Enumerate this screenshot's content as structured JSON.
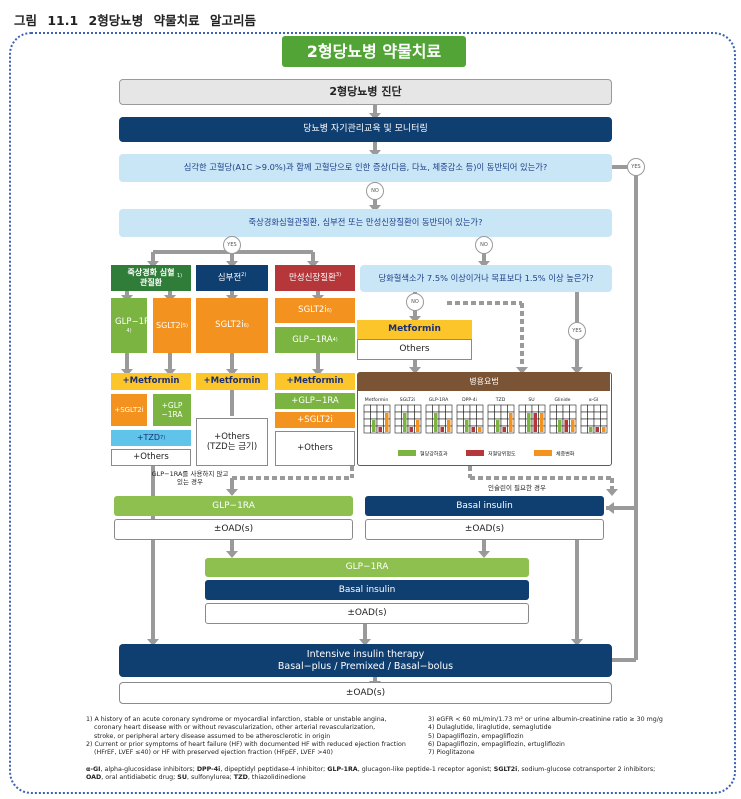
{
  "figure_title": "그림 11.1 2형당뇨병 약물치료 알고리듬",
  "banner": "2형당뇨병 약물치료",
  "diagnosis": "2형당뇨병 진단",
  "self_management": "당뇨병 자기관리교육 및 모니터링",
  "q_severe": "심각한 고혈당(A1C >9.0%)과 함께 고혈당으로 인한 증상(다음, 다뇨, 체중감소 등)이 동반되어 있는가?",
  "q_cvd": "죽상경화심혈관질환, 심부전 또는 만성신장질환이 동반되어 있는가?",
  "q_a1c": "당화혈색소가 7.5% 이상이거나 목표보다 1.5% 이상 높은가?",
  "yes": "YES",
  "no": "NO",
  "col_ascvd": {
    "header": "죽상경화 심혈관질환",
    "sup": "1)",
    "glp1": "GLP−1RA",
    "glp1_sup": "4)",
    "sglt2": "SGLT2i",
    "sglt2_sup": "5)",
    "add_metformin": "+Metformin",
    "add_sglt2": "+SGLT2i",
    "add_glp1": "+GLP −1RA",
    "add_tzd": "+TZD",
    "tzd_sup": "7)",
    "others": "+Others"
  },
  "col_hf": {
    "header": "심부전",
    "sup": "2)",
    "sglt2": "SGLT2i",
    "sglt2_sup": "6)",
    "add_metformin": "+Metformin",
    "others": "+Others (TZD는 금기)"
  },
  "col_ckd": {
    "header": "만성신장질환",
    "sup": "3)",
    "sglt2": "SGLT2i",
    "sglt2_sup": "6)",
    "glp1": "GLP−1RA",
    "glp1_sup": "4)",
    "add_metformin": "+Metformin",
    "add_glp1": "+GLP−1RA",
    "add_sglt2": "+SGLT2i",
    "others": "+Others"
  },
  "metformin": "Metformin",
  "others_box": "Others",
  "combo": {
    "title": "병용요법",
    "drugs": [
      "Metformin",
      "SGLT2i",
      "GLP-1RA",
      "DPP-4i",
      "TZD",
      "SU",
      "Glinide",
      "α-GI"
    ],
    "legend": [
      {
        "label": "혈당강하효과",
        "color": "#7bb441"
      },
      {
        "label": "저혈당위험도",
        "color": "#b5373a"
      },
      {
        "label": "체중변화",
        "color": "#f3921f"
      }
    ]
  },
  "note_glp1": "GLP−1RA를 사용하지 않고 있는 경우",
  "note_insulin": "인슐린이 필요한 경우",
  "glp1ra": "GLP−1RA",
  "basal_insulin": "Basal insulin",
  "oad": "±OAD(s)",
  "intensive_line1": "Intensive insulin therapy",
  "intensive_line2": "Basal−plus / Premixed / Basal−bolus",
  "footnotes_left": [
    "1) A history of an acute coronary syndrome or myocardial infarction, stable or unstable angina,",
    "coronary heart disease with or without revascularization, other arterial revascularization,",
    "stroke, or peripheral artery disease assumed to be atherosclerotic in origin",
    "2) Current or prior symptoms of heart failure (HF) with documented HF with reduced ejection fraction",
    "(HFrEF, LVEF ≤40) or HF with preserved ejection fraction (HFpEF, LVEF >40)"
  ],
  "footnotes_right": [
    "3) eGFR < 60 mL/min/1.73 m² or urine albumin-creatinine ratio ≥ 30 mg/g",
    "4) Dulaglutide, liraglutide, semaglutide",
    "5) Dapagliflozin, empagliflozin",
    "6) Dapagliflozin, empagliflozin, ertugliflozin",
    "7) Pioglitazone"
  ],
  "abbreviations": [
    {
      "term": "α-GI",
      "def": ", alpha-glucosidase inhibitors; "
    },
    {
      "term": "DPP-4i",
      "def": ", dipeptidyl peptidase-4 inhibitor; "
    },
    {
      "term": "GLP-1RA",
      "def": ", glucagon-like peptide-1 receptor agonist; "
    },
    {
      "term": "SGLT2i",
      "def": ", sodium-glucose cotransporter 2 inhibitors; "
    },
    {
      "term": "OAD",
      "def": ", oral antidiabetic drug; "
    },
    {
      "term": "SU",
      "def": ", sulfonylurea; "
    },
    {
      "term": "TZD",
      "def": ", thiazolidinedione"
    }
  ]
}
